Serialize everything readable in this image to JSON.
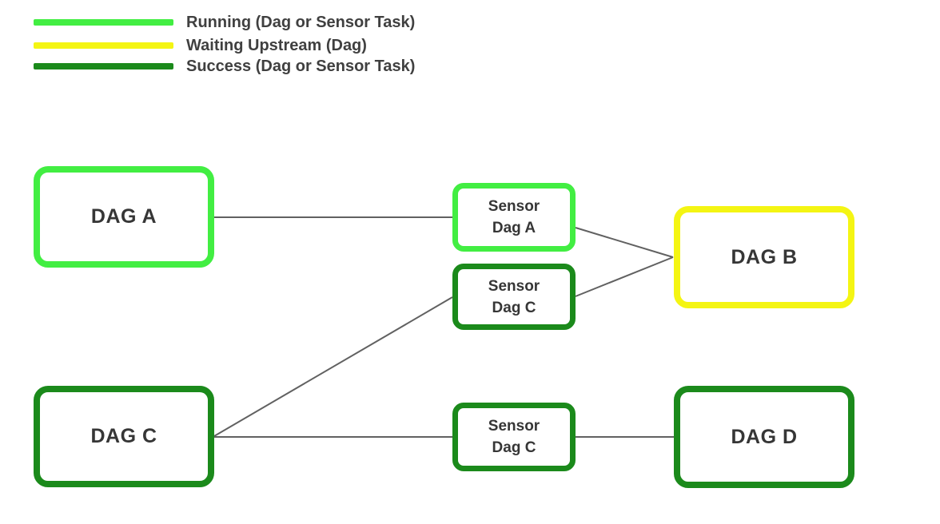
{
  "colors": {
    "running": "#42ee42",
    "waiting_upstream": "#f4f513",
    "success": "#1b8a1b",
    "edge_line": "#616161",
    "box_text": "#363636",
    "legend_text": "#404040",
    "background": "#ffffff"
  },
  "legend": {
    "items": [
      {
        "label": "Running (Dag or Sensor Task)",
        "status": "running",
        "color": "#42ee42"
      },
      {
        "label": "Waiting Upstream (Dag)",
        "status": "waiting-upstream",
        "color": "#f4f513"
      },
      {
        "label": "Success (Dag or Sensor Task)",
        "status": "success",
        "color": "#1b8a1b"
      }
    ]
  },
  "nodes": {
    "dag_a": {
      "label": "DAG A",
      "status": "running",
      "color": "#42ee42"
    },
    "sensor_dag_a": {
      "label_line1": "Sensor",
      "label_line2": "Dag A",
      "status": "running",
      "color": "#42ee42"
    },
    "sensor_dag_c_upper": {
      "label_line1": "Sensor",
      "label_line2": "Dag C",
      "status": "success",
      "color": "#1b8a1b"
    },
    "dag_b": {
      "label": "DAG B",
      "status": "waiting-upstream",
      "color": "#f4f513"
    },
    "dag_c": {
      "label": "DAG C",
      "status": "success",
      "color": "#1b8a1b"
    },
    "sensor_dag_c_lower": {
      "label_line1": "Sensor",
      "label_line2": "Dag C",
      "status": "success",
      "color": "#1b8a1b"
    },
    "dag_d": {
      "label": "DAG D",
      "status": "success",
      "color": "#1b8a1b"
    }
  },
  "edges": [
    {
      "from": "dag_a",
      "to": "sensor_dag_a"
    },
    {
      "from": "sensor_dag_a",
      "to": "dag_b"
    },
    {
      "from": "sensor_dag_c_upper",
      "to": "dag_b"
    },
    {
      "from": "dag_c",
      "to": "sensor_dag_c_upper"
    },
    {
      "from": "dag_c",
      "to": "sensor_dag_c_lower"
    },
    {
      "from": "sensor_dag_c_lower",
      "to": "dag_d"
    }
  ]
}
